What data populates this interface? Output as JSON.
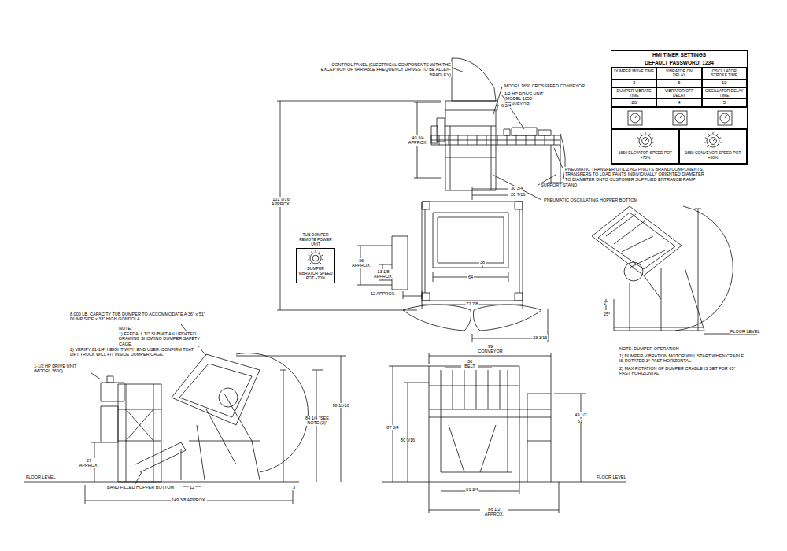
{
  "diagram": {
    "nodes": [
      {
        "text": [
          "HMI TIMER SETTINGS",
          "DEFAULT PASSWORD: 1234"
        ]
      },
      {
        "text": [
          "DUMPER MOVE TIME",
          "3"
        ],
        "in": 0
      },
      {
        "text": [
          "VIBRATOR ON DELAY",
          "5"
        ],
        "in": 0
      },
      {
        "text": [
          "OSCILLATOR STROKE TIME",
          "10"
        ],
        "in": 0
      },
      {
        "text": [
          "DUMPER VIBRATE TIME",
          "20"
        ],
        "in": 0
      },
      {
        "text": [
          "VIBRATOR OFF DELAY",
          "4"
        ],
        "in": 0
      },
      {
        "text": [
          "OSCILLATOR DELAY TIME",
          "5"
        ],
        "in": 0
      },
      {
        "text": [
          "1650 ELEVATOR SPEED POT +70%"
        ],
        "in": 0
      },
      {
        "text": [
          "1650 CONVEYOR SPEED POT +80%"
        ],
        "in": 0
      },
      {
        "text": [
          "TUB DUMPER REMOTE POWER UNIT",
          "DUMPER VIBRATOR SPEED POT +70%"
        ]
      }
    ],
    "labels": [
      "CONTROL PANEL (ELECTRICAL COMPONENTS WITH THE EXCEPTION OF VARIABLE FREQUENCY DRIVES TO BE ALLEN-BRADLEY)",
      "MODEL 1650 CROSSFEED CONVEYOR",
      "1/2 HP DRIVE UNIT (MODEL 1650 CONVEYOR)",
      "6 3/4",
      "40 3/4 APPROX.",
      "SUPPORT STAND",
      "PNEUMATIC TRANSFER UTILIZING PIVOTS BRAND COMPONENTS, TRANSFERS TO LOAD PANTS INDIVIDUALLY ORIENTED DIAMETER TO DIAMETER ONTO CUSTOMER SUPPLIED ENTRANCE RAMP",
      "30 3/4",
      "20 7/16",
      "PNEUMATIC OSCILLATING HOPPER BOTTOM",
      "102 9/16 APPROX.",
      "36 APPROX.",
      "13 1/8 APPROX.",
      "12 APPROX.",
      "64",
      "38",
      "77 7/8",
      "33 3/16",
      "FLOOR LEVEL",
      "2\"",
      "25°",
      "NOTE: DUMPER OPERATION",
      "1) DUMPER VIBRATION MOTOR WILL START WHEN CRADLE IS ROTATED 3° PAST HORIZONTAL.",
      "2) MAX ROTATION OF DUMPER CRADLE IS SET FOR 65° PAST HORIZONTAL.",
      "8,000 LB. CAPACITY TUB DUMPER TO ACCOMMODATE A 36\" x 51\" DUMP SIDE x 33\" HIGH GONDOLA",
      "NOTE:",
      "1) FEEDALL TO SUBMIT AN UPDATED DRAWING SHOWING DUMPER SAFETY CAGE.",
      "2) VERIFY 81-1/4\" HEIGHT WITH END USER. CONFIRM THAT LIFT TRUCK WILL FIT INSIDE DUMPER CAGE.",
      "1-1/2 HP DRIVE UNIT (MODEL 3600)",
      "27 APPROX.",
      "FLOOR LEVEL",
      "BAND FILLED HOPPER BOTTOM",
      "12",
      "3",
      "149 3/8 APPROX.",
      "84 1/4 \"SEE NOTE (2)\"",
      "98 11/16",
      "99 CONVEYOR",
      "36 BELT",
      "87 3/4",
      "80 9/16",
      "49 1/2",
      "61\"",
      "51 3/4",
      "86 1/2 APPROX.",
      "FLOOR LEVEL"
    ]
  }
}
